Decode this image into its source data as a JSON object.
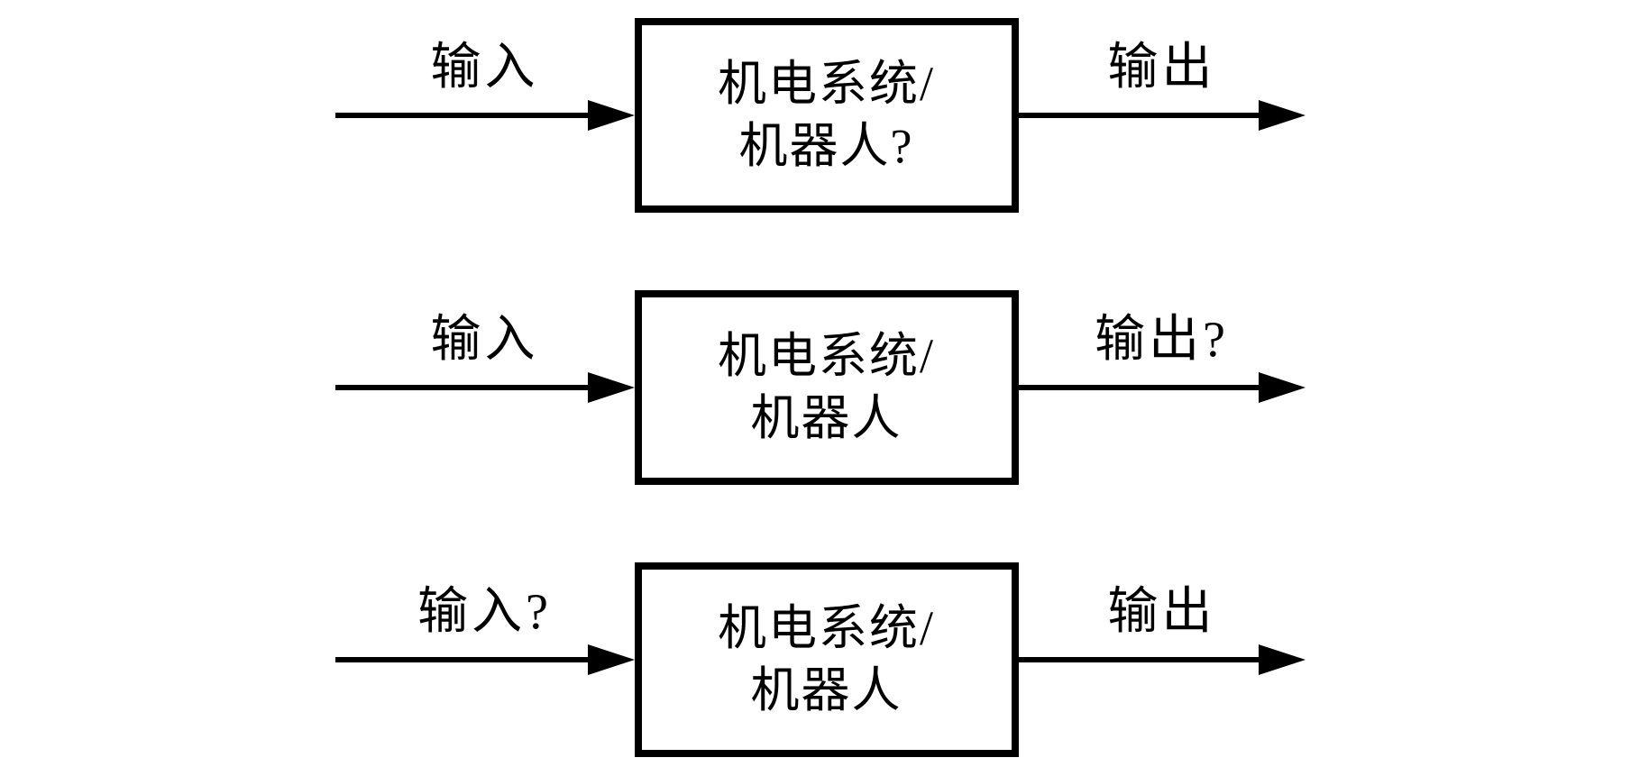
{
  "diagram": {
    "title": "block-diagram-three-problems",
    "colors": {
      "background": "#ffffff",
      "stroke": "#000000",
      "text": "#000000"
    },
    "rows": [
      {
        "input_label": "输入",
        "box_line1": "机电系统/",
        "box_line2": "机器人?",
        "output_label": "输出"
      },
      {
        "input_label": "输入",
        "box_line1": "机电系统/",
        "box_line2": "机器人",
        "output_label": "输出?"
      },
      {
        "input_label": "输入?",
        "box_line1": "机电系统/",
        "box_line2": "机器人",
        "output_label": "输出"
      }
    ]
  }
}
